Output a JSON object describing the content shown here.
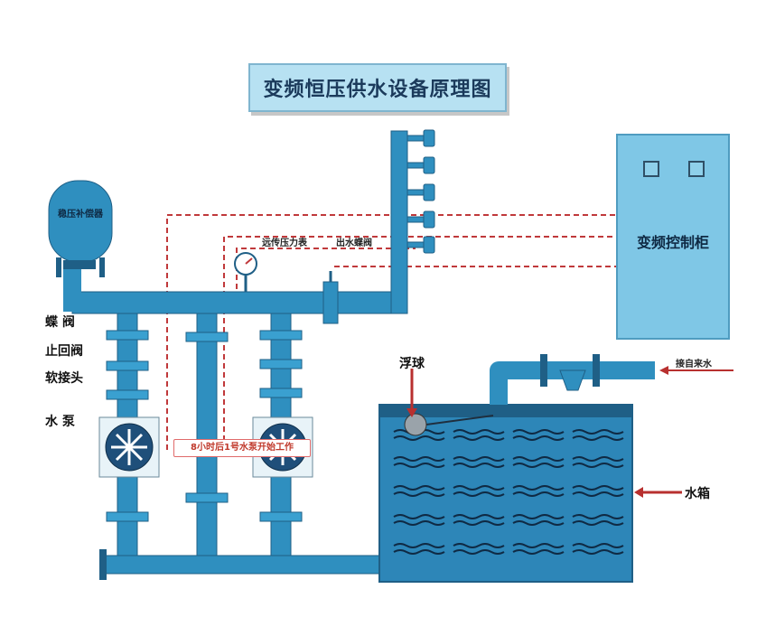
{
  "title": "变频恒压供水设备原理图",
  "control_cabinet": {
    "label": "变频控制柜"
  },
  "tank": {
    "label": "水箱",
    "float_label": "浮球"
  },
  "pressure_vessel": {
    "label": "稳压补偿器"
  },
  "gauges": {
    "pressure_gauge_label": "远传压力表",
    "outlet_valve_label": "出水蝶阀"
  },
  "inlet": {
    "label": "接自来水"
  },
  "left_labels": {
    "butterfly_valve": "蝶 阀",
    "check_valve": "止回阀",
    "flex_joint": "软接头",
    "pump": "水 泵"
  },
  "note": "8小时后1号水泵开始工作",
  "colors": {
    "pipe": "#2f8fbf",
    "pipe_dark": "#1f5f86",
    "tank": "#2d86b8",
    "dashed_line": "#c0393b",
    "cabinet": "#7fc7e6"
  }
}
